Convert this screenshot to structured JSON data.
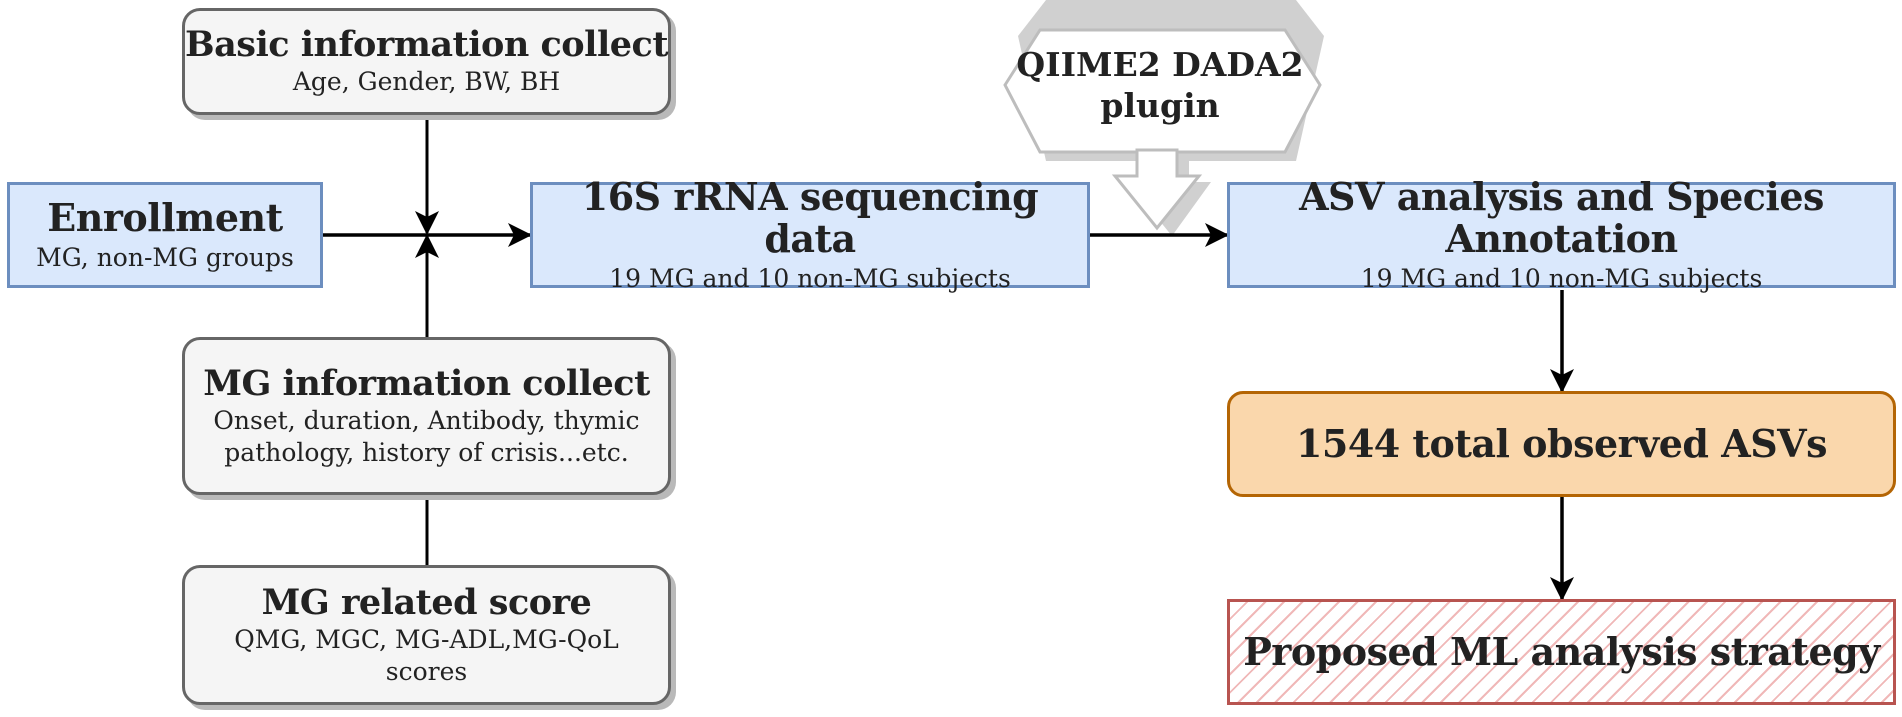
{
  "nodes": {
    "basic_info": {
      "title": "Basic information collect",
      "subtitle": "Age, Gender, BW, BH"
    },
    "enrollment": {
      "title": "Enrollment",
      "subtitle": "MG, non-MG groups"
    },
    "mg_info": {
      "title": "MG information collect",
      "subtitle_line1": "Onset, duration, Antibody, thymic",
      "subtitle_line2": "pathology, history of crisis...etc."
    },
    "mg_score": {
      "title": "MG related score",
      "subtitle_line1": "QMG, MGC, MG-ADL,MG-QoL",
      "subtitle_line2": "scores"
    },
    "sequencing": {
      "title": "16S rRNA sequencing data",
      "subtitle": "19 MG and 10 non-MG subjects"
    },
    "plugin": {
      "line1": "QIIME2 DADA2",
      "line2": "plugin"
    },
    "asv_analysis": {
      "title": "ASV analysis and Species Annotation",
      "subtitle": "19 MG and 10 non-MG subjects"
    },
    "observed": {
      "title": "1544 total observed ASVs"
    },
    "strategy": {
      "title": "Proposed ML analysis strategy"
    }
  },
  "colors": {
    "blue_fill": "#dae8fc",
    "blue_stroke": "#6c8ebf",
    "gray_fill": "#f5f5f5",
    "gray_stroke": "#666666",
    "orange_fill": "#fad7ac",
    "orange_stroke": "#b46504",
    "red_stroke": "#b85450",
    "arrow": "#000000"
  }
}
